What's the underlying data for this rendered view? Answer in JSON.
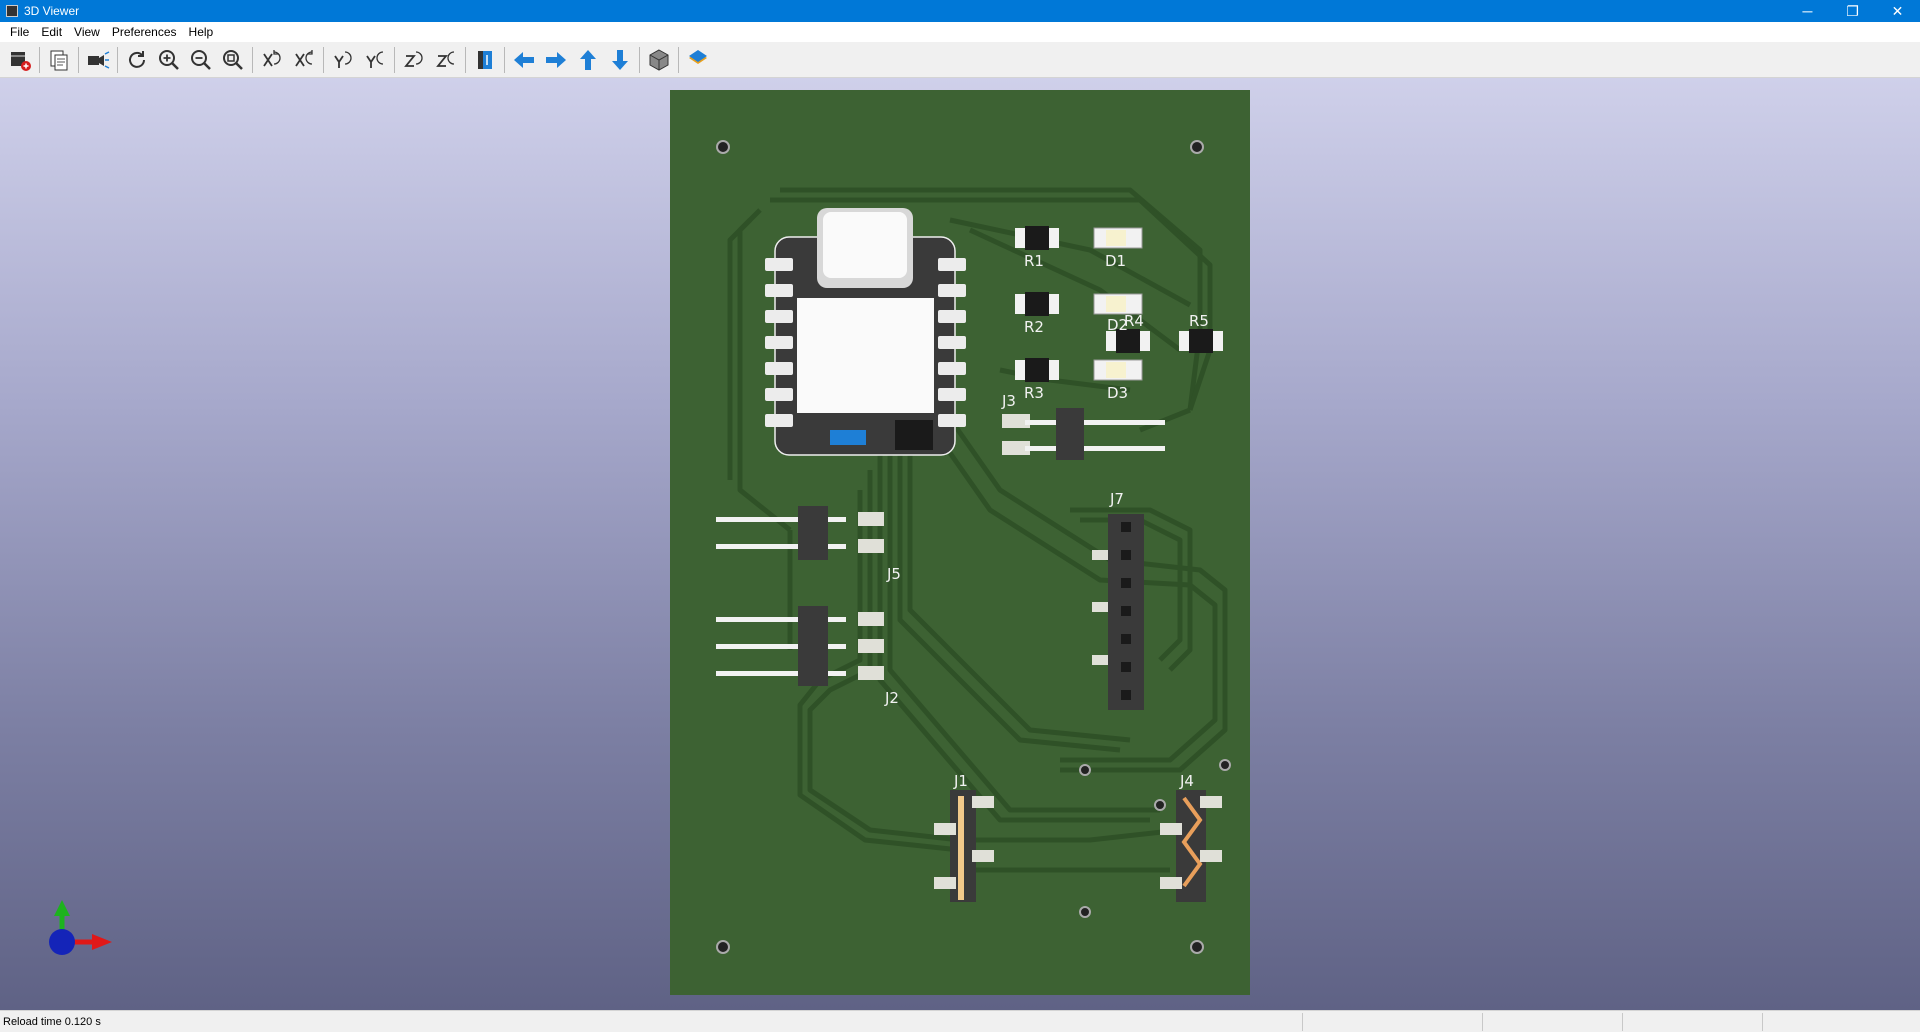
{
  "window": {
    "title": "3D Viewer",
    "minimize": "─",
    "maximize": "❐",
    "close": "✕"
  },
  "menu": [
    "File",
    "Edit",
    "View",
    "Preferences",
    "Help"
  ],
  "toolbar": [
    "reload-board-icon",
    "copy-image-icon",
    "raytrace-icon",
    "refresh-icon",
    "zoom-in-icon",
    "zoom-out-icon",
    "zoom-fit-icon",
    "rotate-x-cw-icon",
    "rotate-x-ccw-icon",
    "rotate-y-cw-icon",
    "rotate-y-ccw-icon",
    "rotate-z-cw-icon",
    "rotate-z-ccw-icon",
    "flip-board-icon",
    "pan-left-icon",
    "pan-right-icon",
    "pan-up-icon",
    "pan-down-icon",
    "ortho-toggle-icon",
    "layers-icon"
  ],
  "board": {
    "references": [
      "R1",
      "D1",
      "R2",
      "D2",
      "R4",
      "R5",
      "R3",
      "D3",
      "J3",
      "J7",
      "J5",
      "J2",
      "J1",
      "J4"
    ],
    "colors": {
      "soldermask": "#3d6233",
      "trace": "#2f5127",
      "silkscreen": "#f2f2f2",
      "pad": "#e0e0d8"
    }
  },
  "status": {
    "text": "Reload time 0.120 s"
  }
}
